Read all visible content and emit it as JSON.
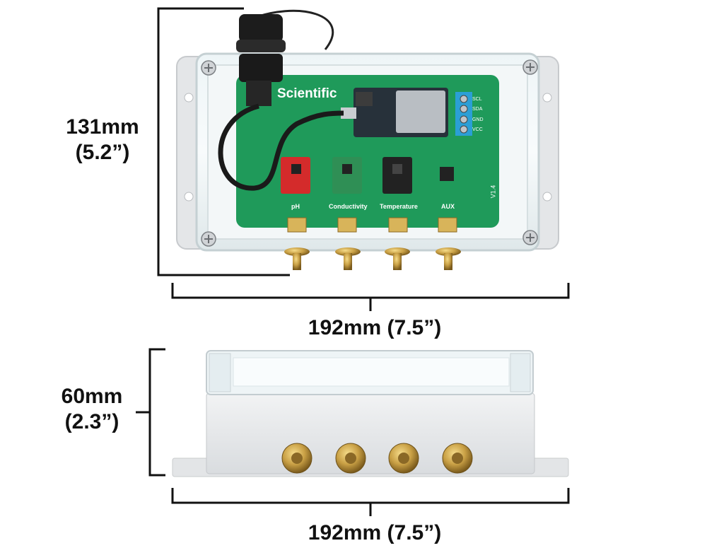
{
  "dimensions": {
    "top_height_mm": "131mm",
    "top_height_in": "(5.2”)",
    "top_width": "192mm (7.5”)",
    "side_height_mm": "60mm",
    "side_height_in": "(2.3”)",
    "side_width": "192mm (7.5”)"
  },
  "pcb": {
    "brand": "Scientific",
    "version": "V1.4",
    "sensors": [
      "pH",
      "Conductivity",
      "Temperature",
      "AUX"
    ],
    "terminal_labels": [
      "SCL",
      "SDA",
      "GND",
      "VCC"
    ]
  },
  "colors": {
    "pcb_green": "#1f9a5a",
    "enclosure_gray": "#e6e8ea",
    "brass": "#c9a045"
  }
}
